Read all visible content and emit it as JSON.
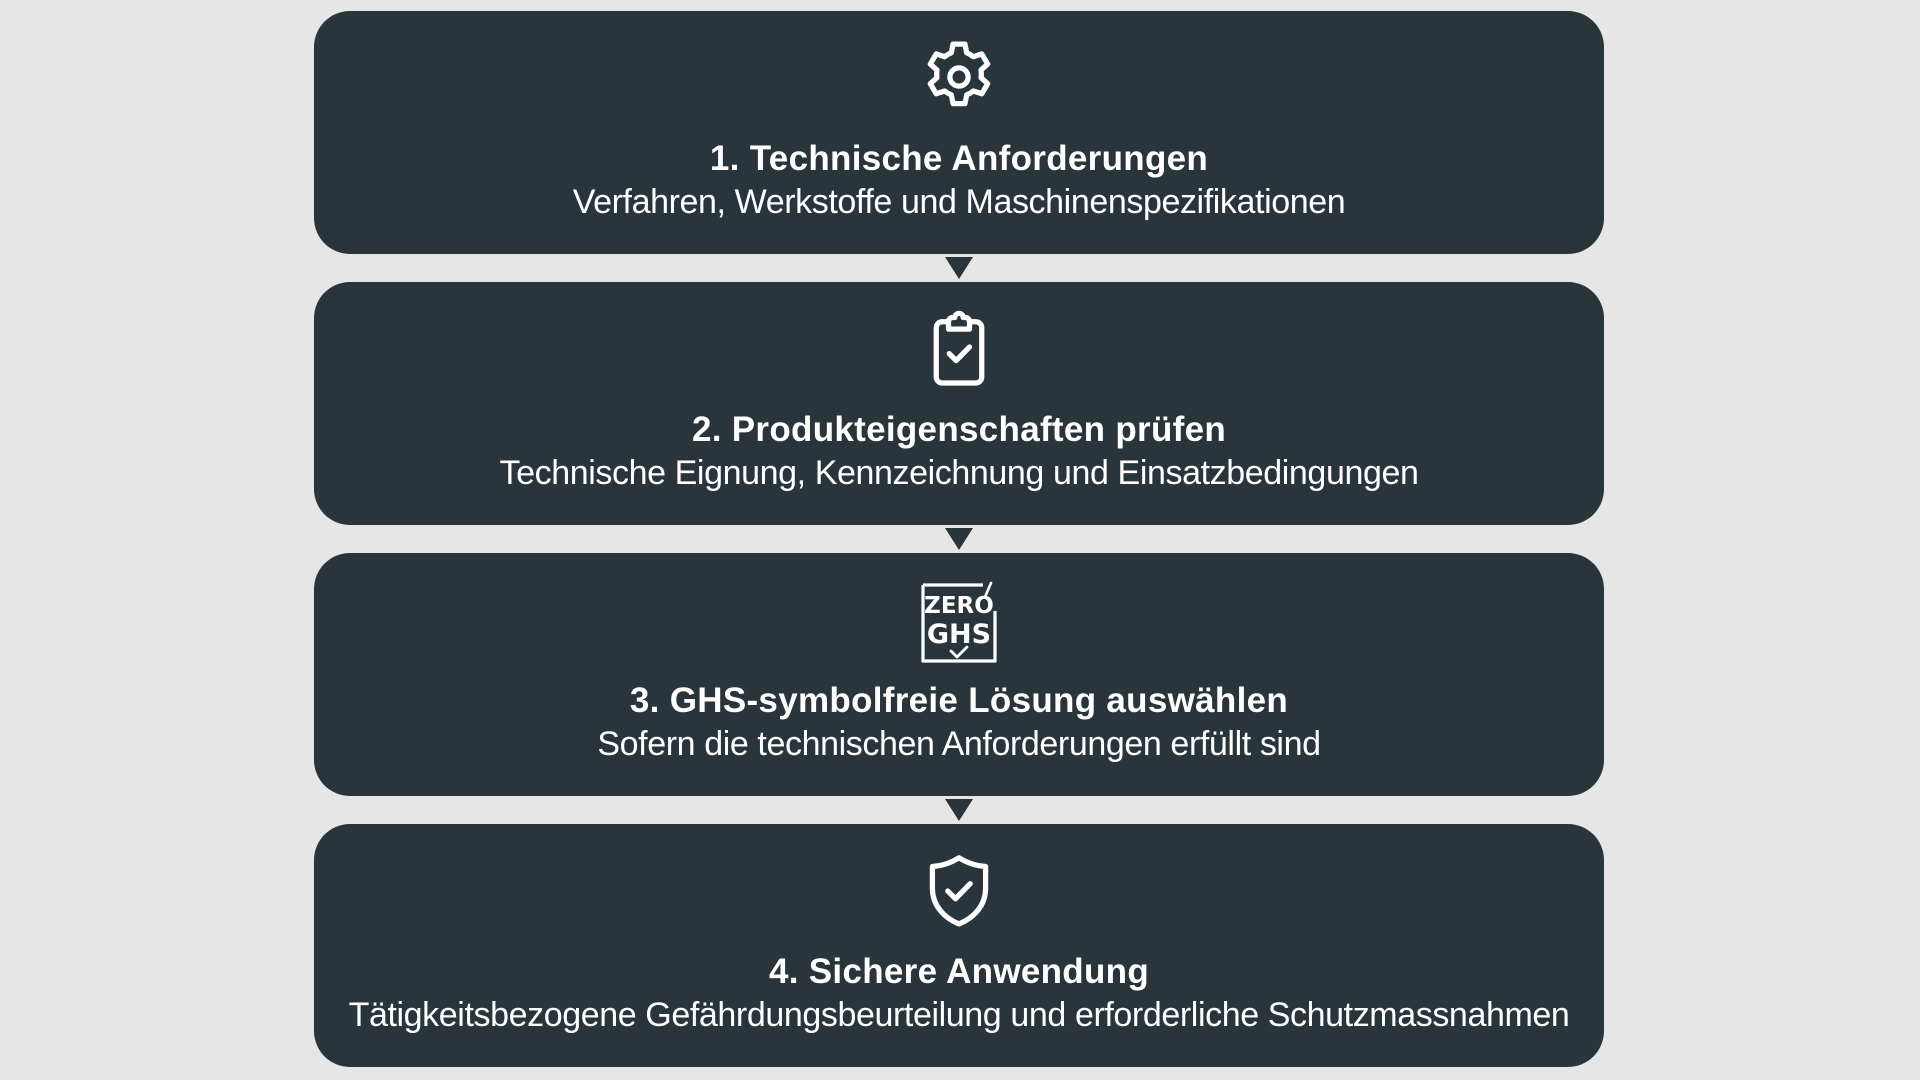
{
  "steps": [
    {
      "icon": "gear-icon",
      "title": "1. Technische Anforderungen",
      "subtitle": "Verfahren, Werkstoffe und Maschinenspezifikationen"
    },
    {
      "icon": "clipboard-check-icon",
      "title": "2. Produkteigenschaften prüfen",
      "subtitle": "Technische Eignung, Kennzeichnung und Einsatzbedingungen"
    },
    {
      "icon": "zero-ghs-icon",
      "icon_text_top": "ZERO",
      "icon_text_bottom": "GHS",
      "title": "3. GHS-symbolfreie Lösung auswählen",
      "subtitle": "Sofern die technischen Anforderungen erfüllt sind"
    },
    {
      "icon": "shield-check-icon",
      "title": "4. Sichere Anwendung",
      "subtitle": "Tätigkeitsbezogene Gefährdungsbeurteilung und erforderliche Schutzmassnahmen"
    }
  ],
  "colors": {
    "background": "#e6e6e6",
    "box": "#29353b",
    "text": "#ffffff",
    "arrow": "#29353b"
  }
}
